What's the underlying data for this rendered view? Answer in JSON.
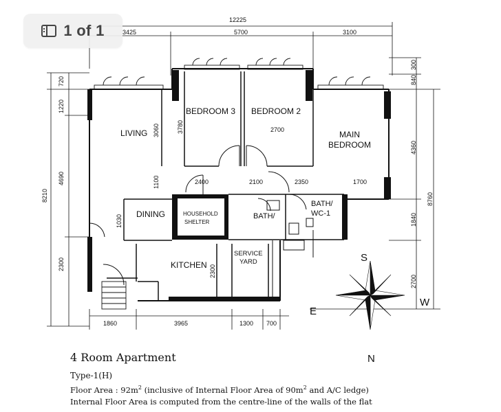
{
  "viewer": {
    "page_indicator": "1 of 1",
    "icon": "page-icon"
  },
  "plan": {
    "rooms": {
      "bedroom3": "BEDROOM 3",
      "bedroom2": "BEDROOM 2",
      "main_bedroom_1": "MAIN",
      "main_bedroom_2": "BEDROOM",
      "living": "LIVING",
      "dining": "DINING",
      "household_1": "HOUSEHOLD",
      "household_2": "SHELTER",
      "bath1": "BATH/",
      "bath2_1": "BATH/",
      "bath2_2": "WC-1",
      "kitchen": "KITCHEN",
      "service_1": "SERVICE",
      "service_2": "YARD"
    },
    "dimensions": {
      "total_width": "12225",
      "top_1": "3425",
      "top_2": "5700",
      "top_3": "3100",
      "right_1": "840",
      "right_2": "300",
      "right_3": "4360",
      "right_4": "1840",
      "right_5": "2700",
      "right_total": "8760",
      "left_1": "720",
      "left_2": "1220",
      "left_3": "4690",
      "left_4": "2300",
      "left_total": "8210",
      "bottom_1": "1860",
      "bottom_2": "3965",
      "bottom_3": "1300",
      "bottom_4": "700",
      "int_3060": "3060",
      "int_3780": "3780",
      "int_2700": "2700",
      "int_1100": "1100",
      "int_2400": "2400",
      "int_2100": "2100",
      "int_2350": "2350",
      "int_1700": "1700",
      "int_1030": "1030",
      "int_2300": "2300"
    },
    "compass": {
      "n": "N",
      "s": "S",
      "e": "E",
      "w": "W"
    }
  },
  "caption": {
    "title": "4 Room Apartment",
    "type": "Type-1(H)",
    "area_a": "Floor Area : 92m",
    "area_b": " (inclusive of Internal Floor Area of 90m",
    "area_c": " and A/C ledge)",
    "sq": "2",
    "note": "Internal Floor Area is computed from the centre-line of the walls of the flat"
  }
}
